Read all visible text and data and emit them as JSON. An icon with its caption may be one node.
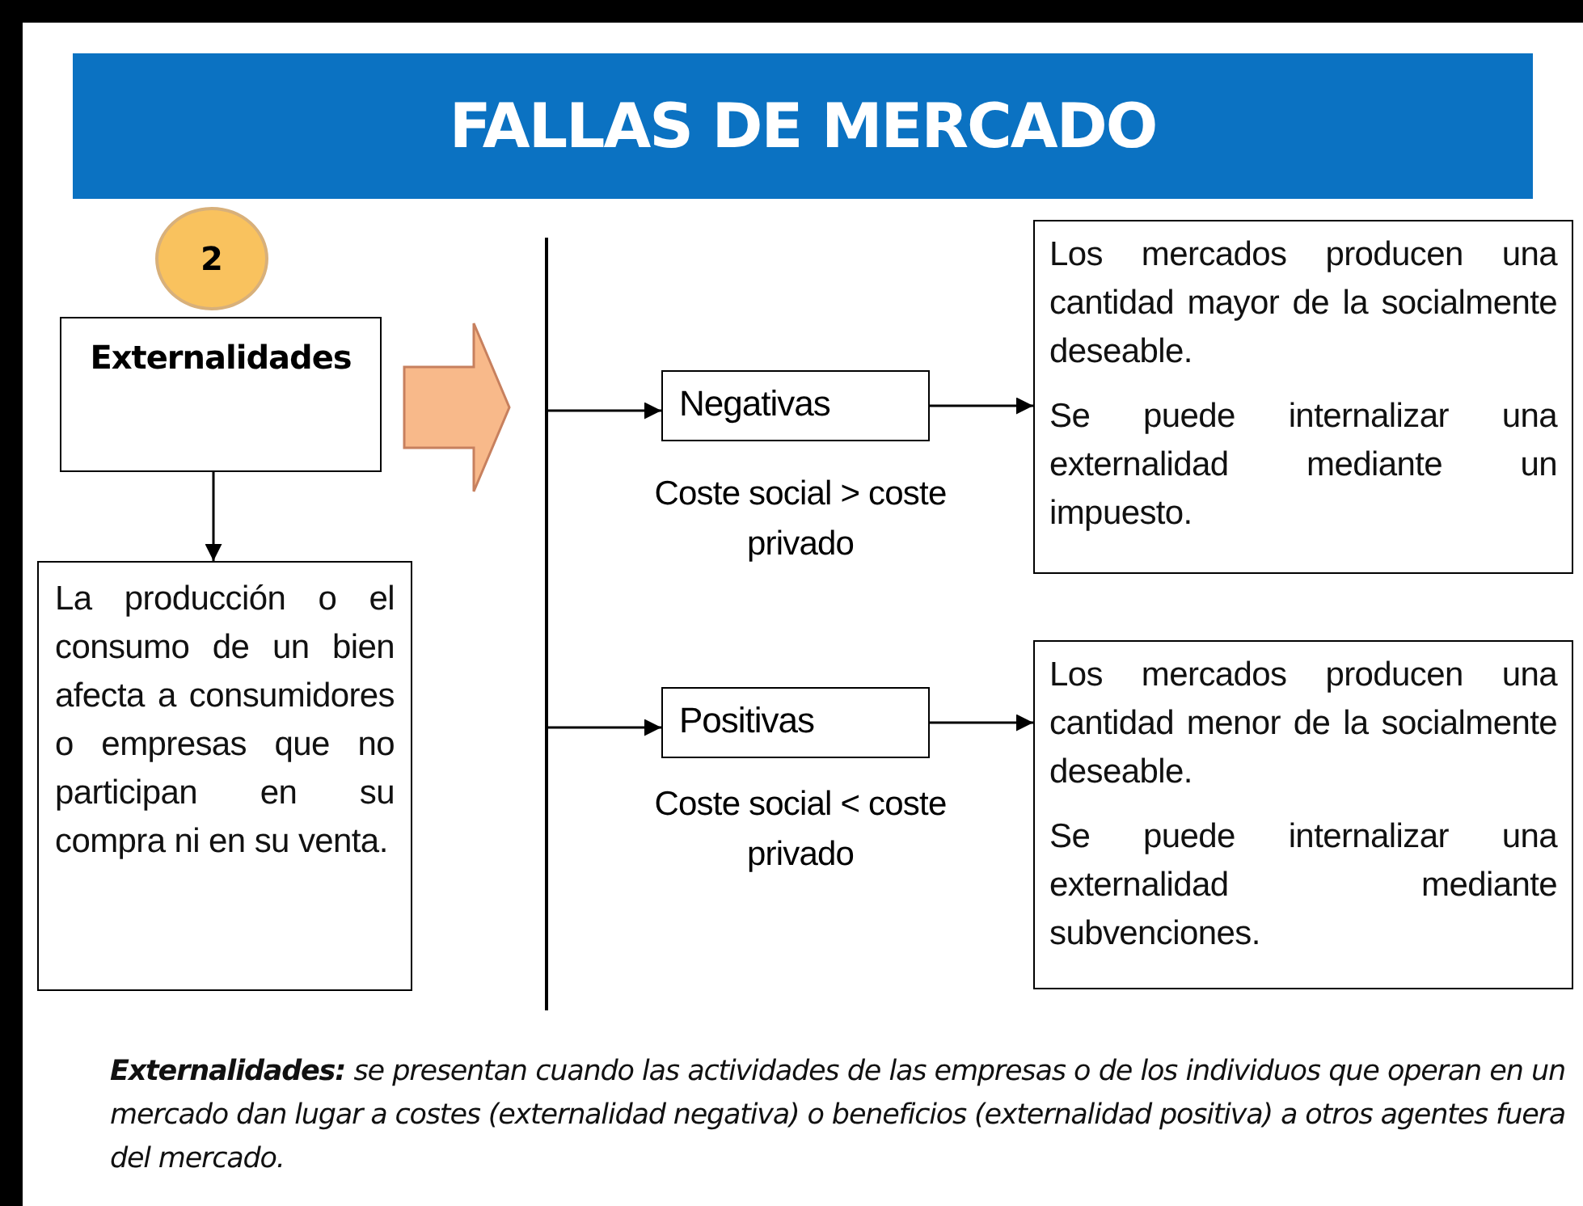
{
  "diagram": {
    "title": "FALLAS DE MERCADO",
    "nodes": [
      {
        "text": [
          "2"
        ]
      },
      {
        "text": [
          "Externalidades"
        ]
      },
      {
        "text": [
          "La producción o el consumo de un bien afecta a consumidores o empresas que no participan en su compra ni en su venta."
        ]
      },
      {
        "text": [],
        "shape": "bar"
      },
      {
        "text": [
          "Negativas"
        ],
        "beside": [
          "Coste social > coste privado"
        ]
      },
      {
        "text": [
          "Los mercados producen una cantidad mayor de la socialmente deseable.",
          "Se puede internalizar una externalidad mediante un impuesto."
        ]
      },
      {
        "text": [
          "Positivas"
        ],
        "beside": [
          "Coste social < coste privado"
        ]
      },
      {
        "text": [
          "Los mercados producen una cantidad menor de la socialmente deseable.",
          "Se puede internalizar una externalidad mediante subvenciones."
        ]
      }
    ],
    "edges": [
      {
        "from": 1,
        "to": 3,
        "arrow": "to",
        "style": "thick",
        "color": "#f8b98a"
      },
      {
        "from": 3,
        "to": 4,
        "arrow": "to"
      },
      {
        "from": 4,
        "to": 5,
        "arrow": "to"
      },
      {
        "from": 3,
        "to": 6,
        "arrow": "to"
      },
      {
        "from": 6,
        "to": 7,
        "arrow": "to"
      },
      {
        "from": 1,
        "to": 2,
        "arrow": "to"
      }
    ],
    "caption": "**Externalidades:** se presentan cuando las actividades de las empresas o de los individuos que operan en un mercado dan lugar a costes (externalidad negativa) o beneficios (externalidad positiva) a otros agentes fuera del mercado."
  }
}
